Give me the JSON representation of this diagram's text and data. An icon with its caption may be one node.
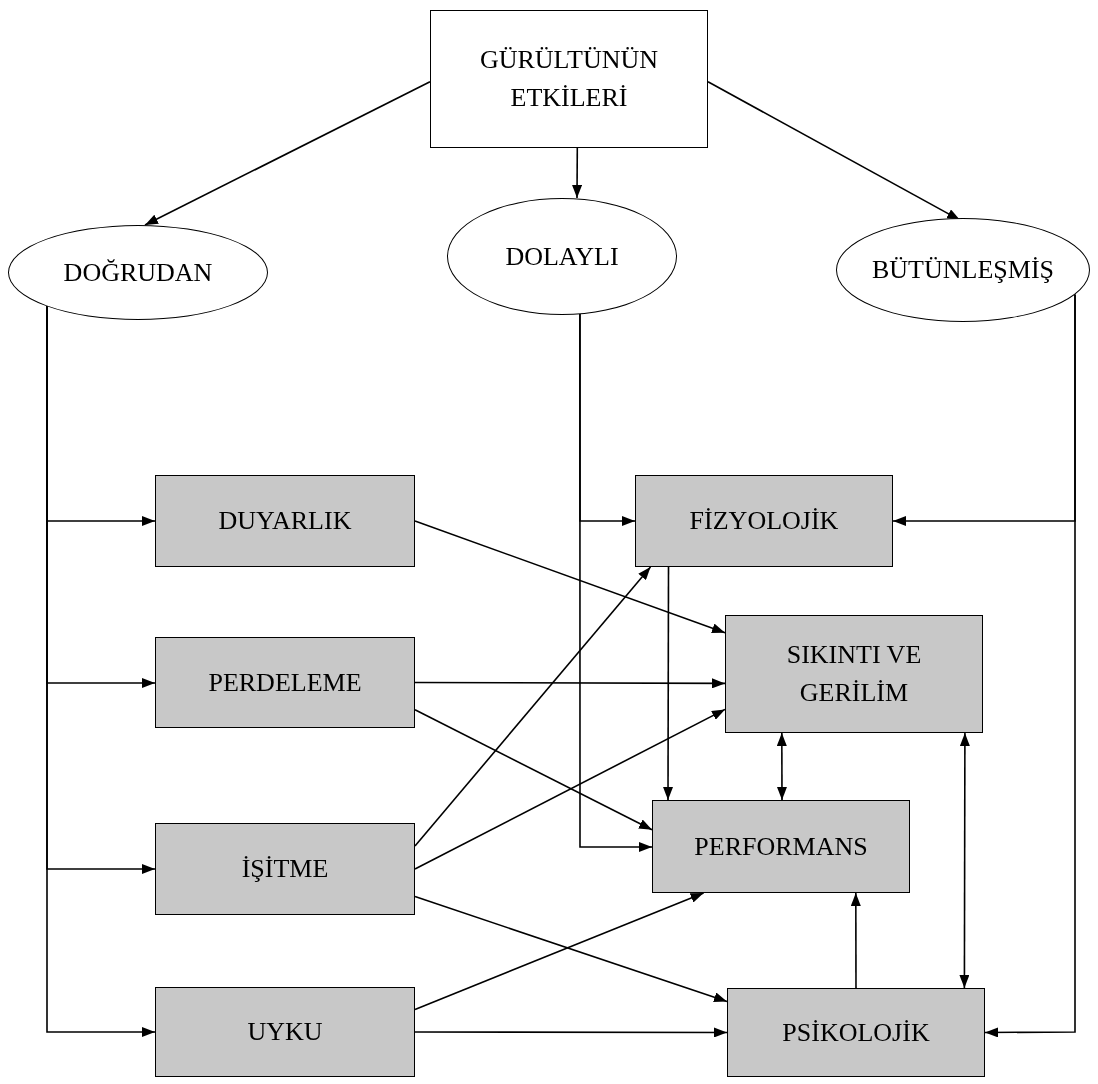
{
  "diagram": {
    "nodes": [
      {
        "text": [
          "GÜRÜLTÜNÜN ETKİLERİ"
        ]
      },
      {
        "text": [
          "DOĞRUDAN"
        ]
      },
      {
        "text": [
          "DOLAYLI"
        ]
      },
      {
        "text": [
          "BÜTÜNLEŞMİŞ"
        ]
      },
      {
        "text": [
          "DUYARLIK"
        ]
      },
      {
        "text": [
          "PERDELEME"
        ]
      },
      {
        "text": [
          "İŞİTME"
        ]
      },
      {
        "text": [
          "UYKU"
        ]
      },
      {
        "text": [
          "FİZYOLOJİK"
        ]
      },
      {
        "text": [
          "SIKINTI VE GERİLİM"
        ]
      },
      {
        "text": [
          "PERFORMANS"
        ]
      },
      {
        "text": [
          "PSİKOLOJİK"
        ]
      }
    ],
    "edges": [
      {
        "from": 0,
        "to": 1,
        "arrow": "to"
      },
      {
        "from": 0,
        "to": 2,
        "arrow": "to"
      },
      {
        "from": 0,
        "to": 3,
        "arrow": "to"
      },
      {
        "from": 1,
        "to": 4,
        "arrow": "to"
      },
      {
        "from": 1,
        "to": 5,
        "arrow": "to"
      },
      {
        "from": 1,
        "to": 6,
        "arrow": "to"
      },
      {
        "from": 1,
        "to": 7,
        "arrow": "to"
      },
      {
        "from": 2,
        "to": 8,
        "arrow": "to"
      },
      {
        "from": 2,
        "to": 10,
        "arrow": "to"
      },
      {
        "from": 3,
        "to": 8,
        "arrow": "to"
      },
      {
        "from": 3,
        "to": 11,
        "arrow": "to"
      },
      {
        "from": 4,
        "to": 9,
        "arrow": "to"
      },
      {
        "from": 5,
        "to": 9,
        "arrow": "to"
      },
      {
        "from": 5,
        "to": 10,
        "arrow": "to"
      },
      {
        "from": 6,
        "to": 8,
        "arrow": "to"
      },
      {
        "from": 6,
        "to": 9,
        "arrow": "to"
      },
      {
        "from": 6,
        "to": 11,
        "arrow": "to"
      },
      {
        "from": 7,
        "to": 10,
        "arrow": "to"
      },
      {
        "from": 7,
        "to": 11,
        "arrow": "to"
      },
      {
        "from": 8,
        "to": 10,
        "arrow": "to"
      },
      {
        "from": 9,
        "to": 10,
        "arrow": "both"
      },
      {
        "from": 9,
        "to": 11,
        "arrow": "both"
      },
      {
        "from": 11,
        "to": 10,
        "arrow": "to"
      }
    ]
  }
}
